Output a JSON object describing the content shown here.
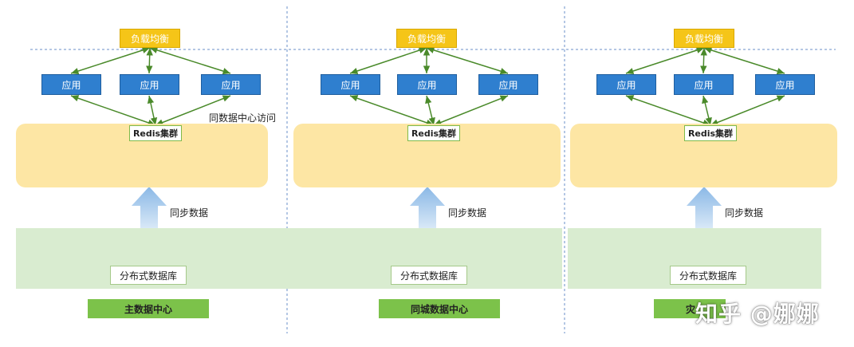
{
  "colors": {
    "load_balancer": "#f5c518",
    "app": "#2f7fcf",
    "redis_panel": "#fde6a4",
    "cache_node": "#7cc24a",
    "db_panel": "#d9ecd0",
    "database": "#2f7fcf",
    "arrow": "#4a8a2a",
    "sync_arrow": "#a9cbea",
    "dashed_line": "#6a8fc8"
  },
  "columns": [
    {
      "load_balancer": "负载均衡",
      "apps": [
        "应用",
        "应用",
        "应用"
      ],
      "redis_cluster": "Redis集群",
      "access_note": "同数据中心访问",
      "sync_label": "同步数据",
      "storage_label": "分布式数据库",
      "datacenter_label": "主数据中心"
    },
    {
      "load_balancer": "负载均衡",
      "apps": [
        "应用",
        "应用",
        "应用"
      ],
      "redis_cluster": "Redis集群",
      "sync_label": "同步数据",
      "storage_label": "分布式数据库",
      "datacenter_label": "同城数据中心"
    },
    {
      "load_balancer": "负载均衡",
      "apps": [
        "应用",
        "应用",
        "应用"
      ],
      "redis_cluster": "Redis集群",
      "sync_label": "同步数据",
      "storage_label": "分布式数据库",
      "datacenter_label": "灾"
    }
  ],
  "watermark": "知乎 @娜娜"
}
